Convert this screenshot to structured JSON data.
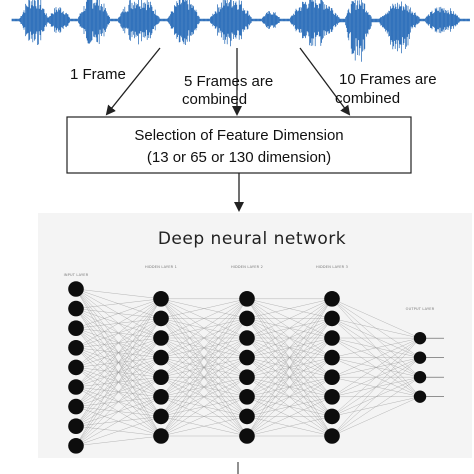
{
  "labels": {
    "frame1": "1 Frame",
    "frame5_line1": "5 Frames are",
    "frame5_line2": "combined",
    "frame10_line1": "10 Frames are",
    "frame10_line2": "combined"
  },
  "selection_box": {
    "title": "Selection of Feature Dimension",
    "subtitle": "(13 or 65 or 130 dimension)"
  },
  "neural_network": {
    "title": "Deep neural network",
    "layer_labels": [
      "INPUT LAYER",
      "HIDDEN LAYER 1",
      "HIDDEN LAYER 2",
      "HIDDEN LAYER 3",
      "OUTPUT LAYER"
    ],
    "layer_sizes": [
      9,
      8,
      8,
      8,
      4
    ]
  },
  "colors": {
    "waveform": "#1b63b4",
    "neuron": "#0d0d0d",
    "edge": "#9a9a9a",
    "panel": "#f4f4f4",
    "stroke": "#222222"
  }
}
